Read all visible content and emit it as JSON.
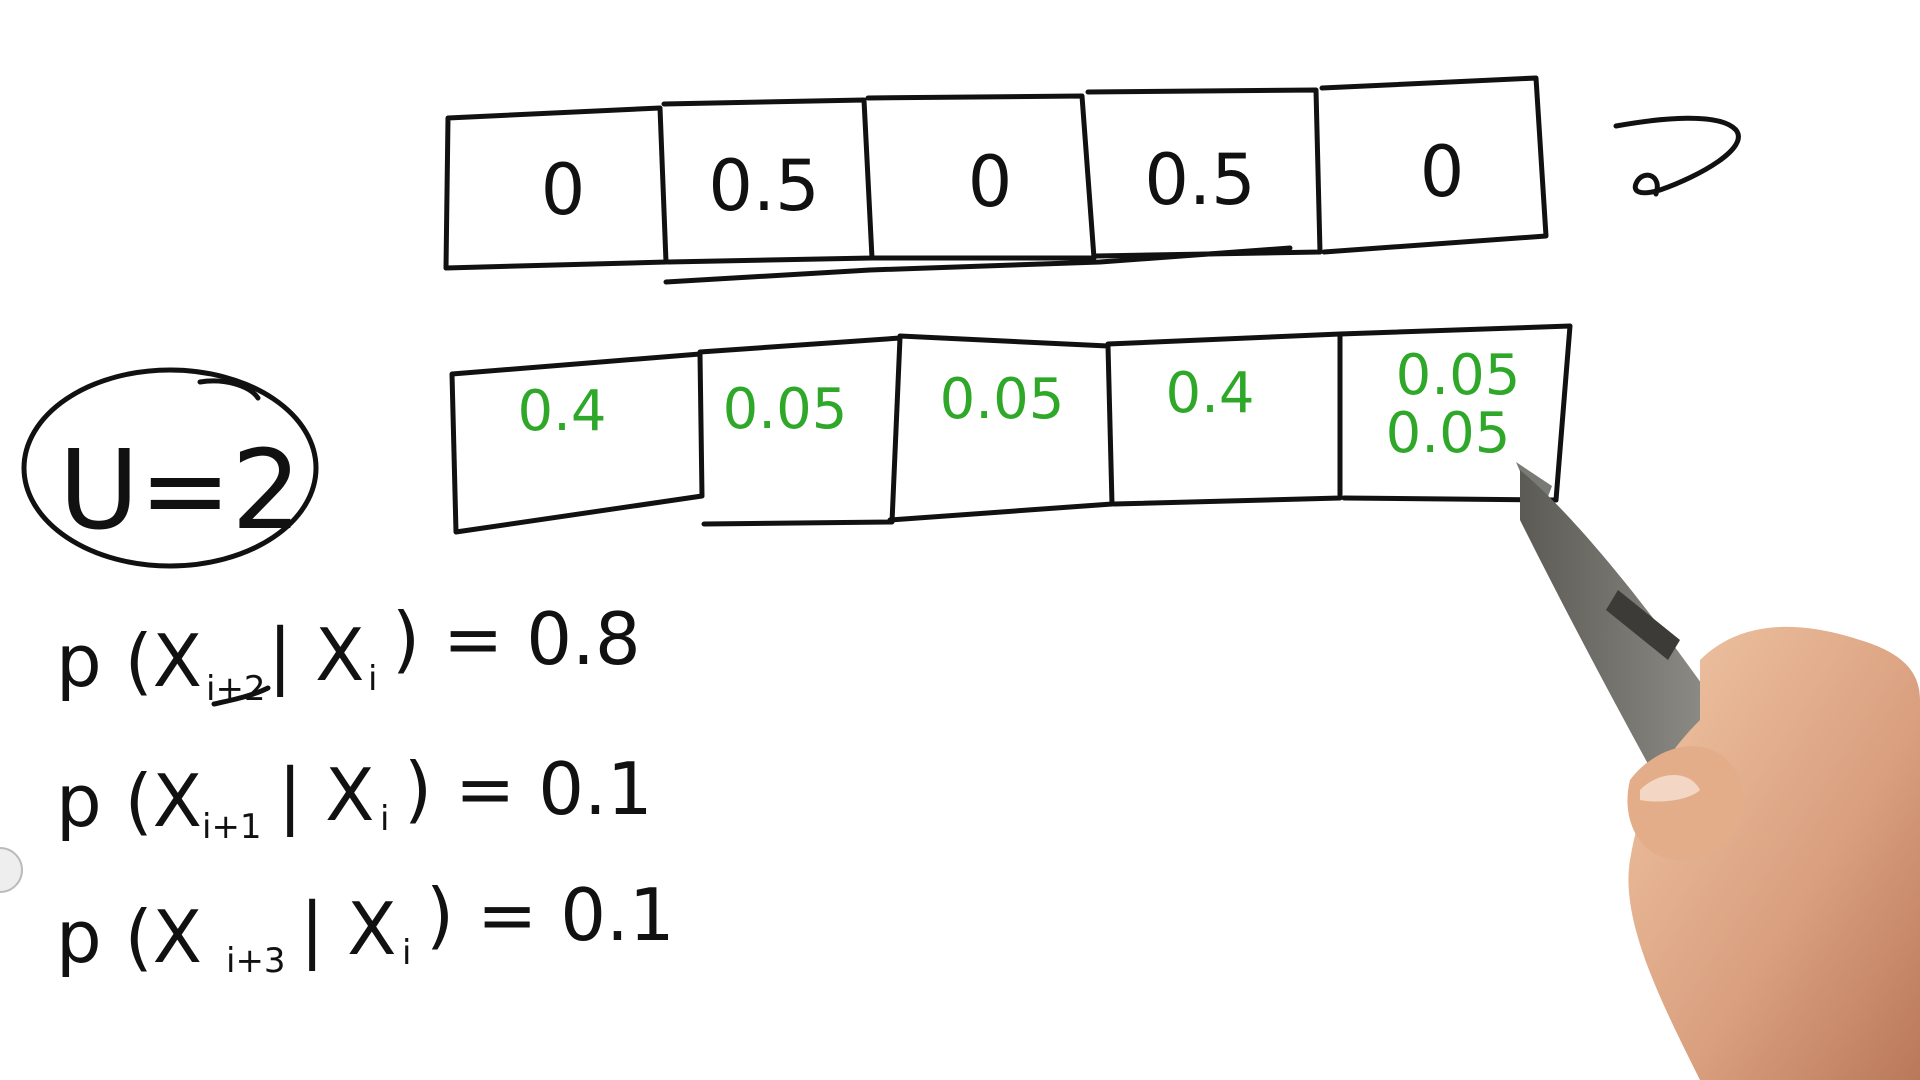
{
  "prior_row": {
    "cells": [
      "0",
      "0.5",
      "0",
      "0.5",
      "0"
    ]
  },
  "posterior_row": {
    "cells": [
      [
        "0.4"
      ],
      [
        "0.05"
      ],
      [
        "0.05"
      ],
      [
        "0.4"
      ],
      [
        "0.05",
        "0.05"
      ]
    ]
  },
  "motion": {
    "label": "U=2"
  },
  "equations": [
    {
      "prefix": "p (X",
      "sub": "i+2",
      "mid": "| X",
      "sub2": "i",
      "suffix": ") = 0.8"
    },
    {
      "prefix": "p (X",
      "sub": "i+1",
      "mid": "| X",
      "sub2": "i",
      "suffix": ") = 0.1"
    },
    {
      "prefix": "p (X",
      "sub": "i+3",
      "mid": "| X",
      "sub2": "i",
      "suffix": ") = 0.1"
    }
  ],
  "colors": {
    "ink": "#111111",
    "green_ink": "#2fa82a",
    "background": "#ffffff"
  },
  "icons": {
    "pen": "stylus-pen-icon",
    "hand": "hand-icon",
    "cyclic-arrow": "wraparound-arrow-icon"
  }
}
